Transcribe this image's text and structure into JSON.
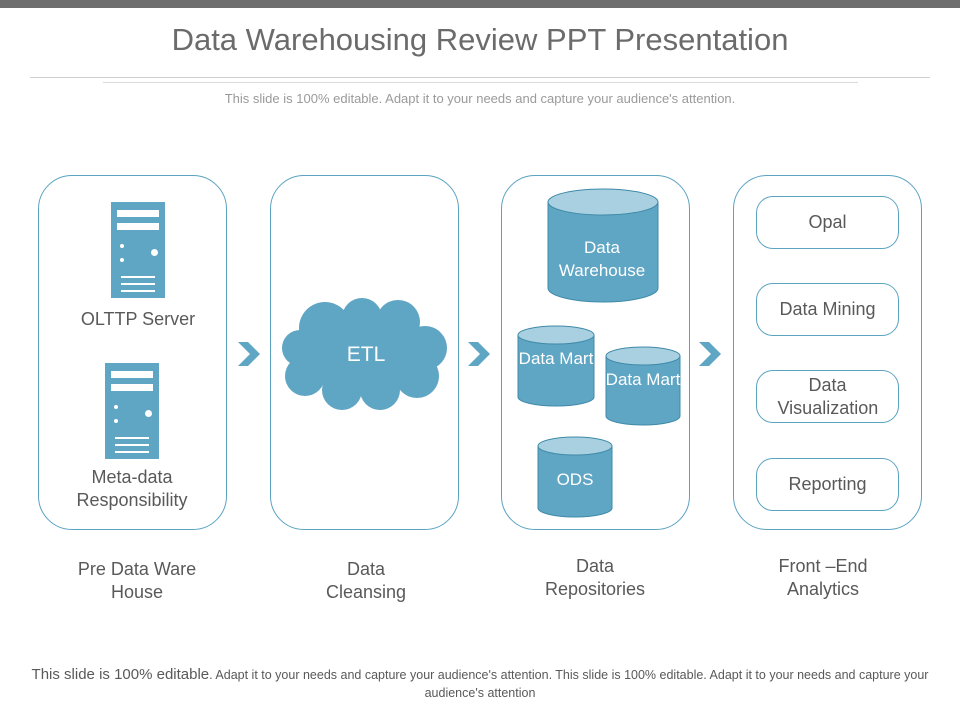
{
  "header": {
    "title": "Data Warehousing Review PPT Presentation",
    "subtitle": "This slide is 100% editable. Adapt it to your needs and capture your audience's attention."
  },
  "panels": [
    {
      "items": [
        "OLTTP Server",
        "Meta-data Responsibility"
      ],
      "caption": "Pre Data Ware House"
    },
    {
      "items": [
        "ETL"
      ],
      "caption": "Data Cleansing"
    },
    {
      "items": [
        "Data Warehouse",
        "Data Mart",
        "Data Mart",
        "ODS"
      ],
      "caption": "Data Repositories"
    },
    {
      "items": [
        "Opal",
        "Data Mining",
        "Data Visualization",
        "Reporting"
      ],
      "caption": "Front –End Analytics"
    }
  ],
  "footer": {
    "lead": "This slide is 100% editable",
    "rest": ". Adapt it to your needs and capture your audience's attention. This slide is 100% editable. Adapt it to your needs and capture your audience's attention"
  },
  "colors": {
    "accent": "#5fa5c4",
    "cylinder_top": "#a8d0e0",
    "outline": "#5aa3c1",
    "chevron": "#5fa5c4"
  },
  "icons": [
    "server-icon",
    "cloud-icon",
    "database-cylinder-icon",
    "chevron-right-icon"
  ]
}
